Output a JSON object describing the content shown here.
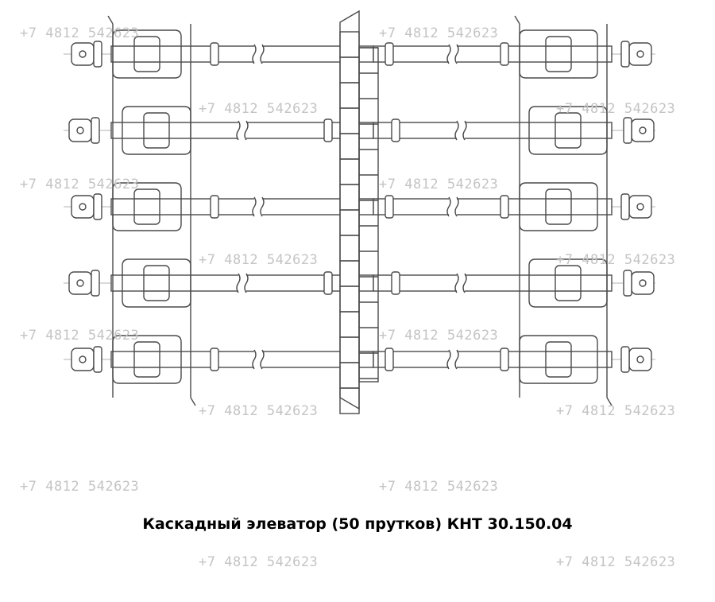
{
  "caption": "Каскадный элеватор (50 прутков) КНТ  30.150.04",
  "watermark": {
    "text": "+7 4812 542623",
    "color": "#c4c4c4"
  },
  "drawing": {
    "line_color": "#4a4a4a",
    "centerline_color": "#9a9a9a",
    "rod_rows": 5
  }
}
